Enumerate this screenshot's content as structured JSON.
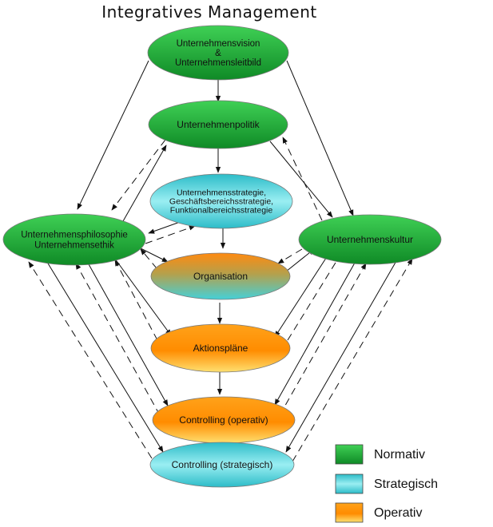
{
  "title": "Integratives Management",
  "colors": {
    "normativ": "#22a536",
    "strategisch": "#3cc9d6",
    "operativ": "#ff9a10"
  },
  "nodes": {
    "vision": {
      "lines": [
        "Unternehmensvision",
        "&",
        "Unternehmensleitbild"
      ],
      "type": "normativ"
    },
    "politik": {
      "lines": [
        "Unternehmenpolitik"
      ],
      "type": "normativ"
    },
    "strategie": {
      "lines": [
        "Unternehmensstrategie,",
        "Geschäftsbereichsstrategie,",
        "Funktionalbereichsstrategie"
      ],
      "type": "strategisch"
    },
    "philosophie": {
      "lines": [
        "Unternehmensphilosophie",
        "Unternehmensethik"
      ],
      "type": "normativ"
    },
    "kultur": {
      "lines": [
        "Unternehmenskultur"
      ],
      "type": "normativ"
    },
    "organisation": {
      "lines": [
        "Organisation"
      ],
      "type": "mixed"
    },
    "aktionsplaene": {
      "lines": [
        "Aktionspläne"
      ],
      "type": "operativ"
    },
    "controlling_operativ": {
      "lines": [
        "Controlling (operativ)"
      ],
      "type": "operativ"
    },
    "controlling_strategisch": {
      "lines": [
        "Controlling (strategisch)"
      ],
      "type": "strategisch"
    }
  },
  "legend": [
    {
      "label": "Normativ",
      "type": "normativ"
    },
    {
      "label": "Strategisch",
      "type": "strategisch"
    },
    {
      "label": "Operativ",
      "type": "operativ"
    }
  ]
}
